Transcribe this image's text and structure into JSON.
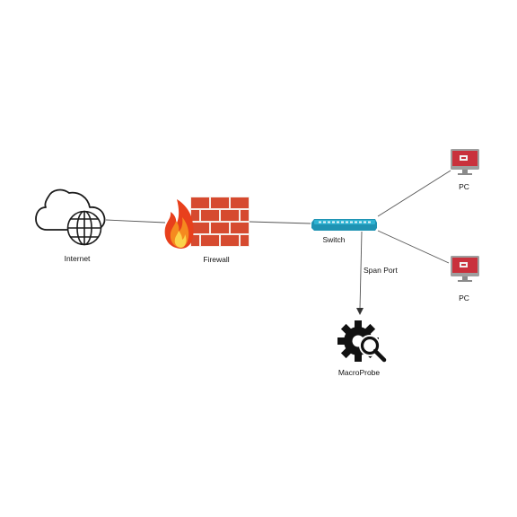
{
  "nodes": {
    "internet": {
      "label": "Internet",
      "icon": "cloud-globe-icon"
    },
    "firewall": {
      "label": "Firewall",
      "icon": "firewall-brick-flame-icon"
    },
    "switch": {
      "label": "Switch",
      "icon": "network-switch-icon"
    },
    "pc_top": {
      "label": "PC",
      "icon": "desktop-monitor-icon"
    },
    "pc_bottom": {
      "label": "PC",
      "icon": "desktop-monitor-icon"
    },
    "macroprobe": {
      "label": "MacroProbe",
      "icon": "gear-magnifier-icon"
    }
  },
  "edges": {
    "span_port": {
      "label": "Span Port"
    }
  },
  "colors": {
    "line": "#555555",
    "brick": "#d64a2f",
    "mortar": "#f6ede8",
    "flame_outer": "#e8401c",
    "flame_mid": "#f58a1f",
    "flame_inner": "#fbd34a",
    "switch_body": "#1f93b3",
    "switch_face": "#2fb3d2",
    "monitor": "#c9313c",
    "monitor_frame": "#9e9e9e"
  }
}
